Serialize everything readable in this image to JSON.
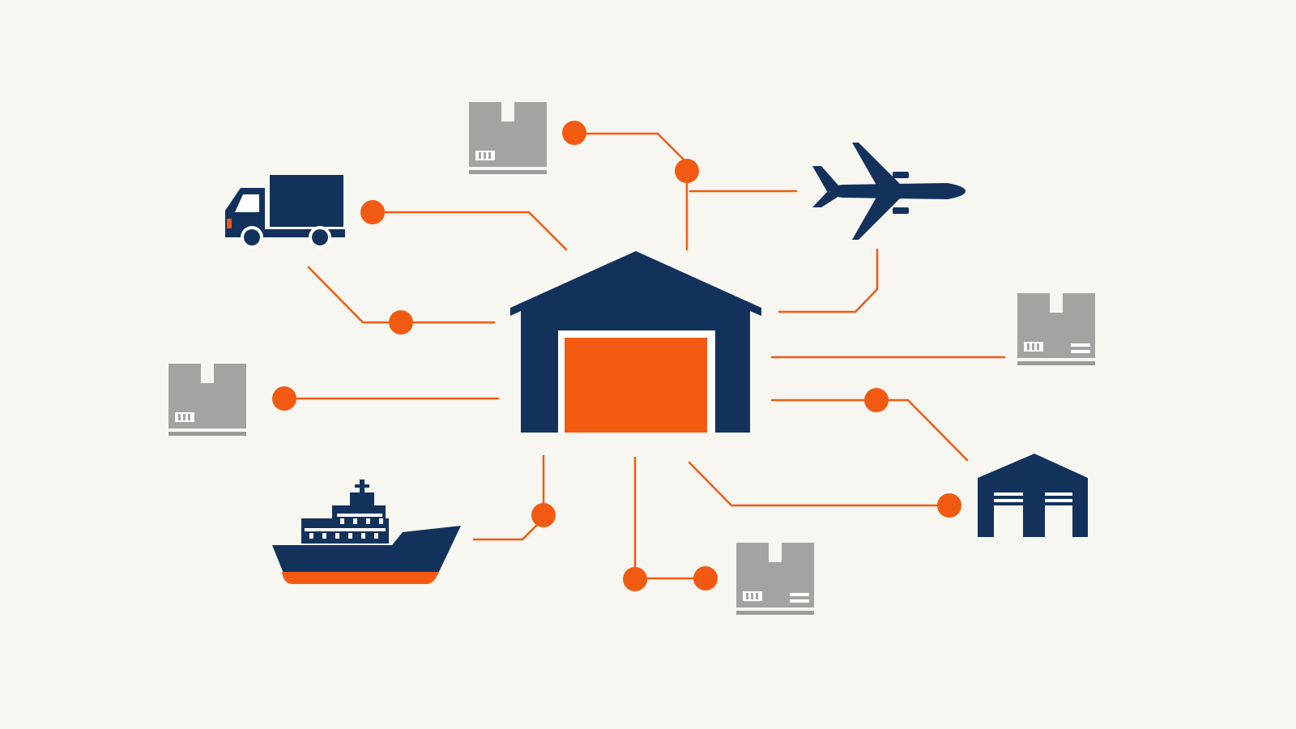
{
  "colors": {
    "background": "#f7f6f1",
    "navy": "#12325c",
    "orange": "#f25a12",
    "box_gray": "#a3a3a0",
    "box_base": "#9a9a97",
    "white": "#ffffff"
  },
  "nodes": [
    {
      "id": "central-warehouse",
      "icon": "warehouse-icon"
    },
    {
      "id": "delivery-truck",
      "icon": "truck-icon"
    },
    {
      "id": "cargo-airplane",
      "icon": "airplane-icon"
    },
    {
      "id": "cargo-ship",
      "icon": "ship-icon"
    },
    {
      "id": "distribution-center",
      "icon": "warehouse-icon"
    },
    {
      "id": "package-top",
      "icon": "package-icon"
    },
    {
      "id": "package-left",
      "icon": "package-icon"
    },
    {
      "id": "package-right",
      "icon": "package-icon"
    },
    {
      "id": "package-bottom",
      "icon": "package-icon"
    }
  ],
  "connector_style": {
    "line": "thin-orange",
    "endpoint": "orange-dot"
  }
}
